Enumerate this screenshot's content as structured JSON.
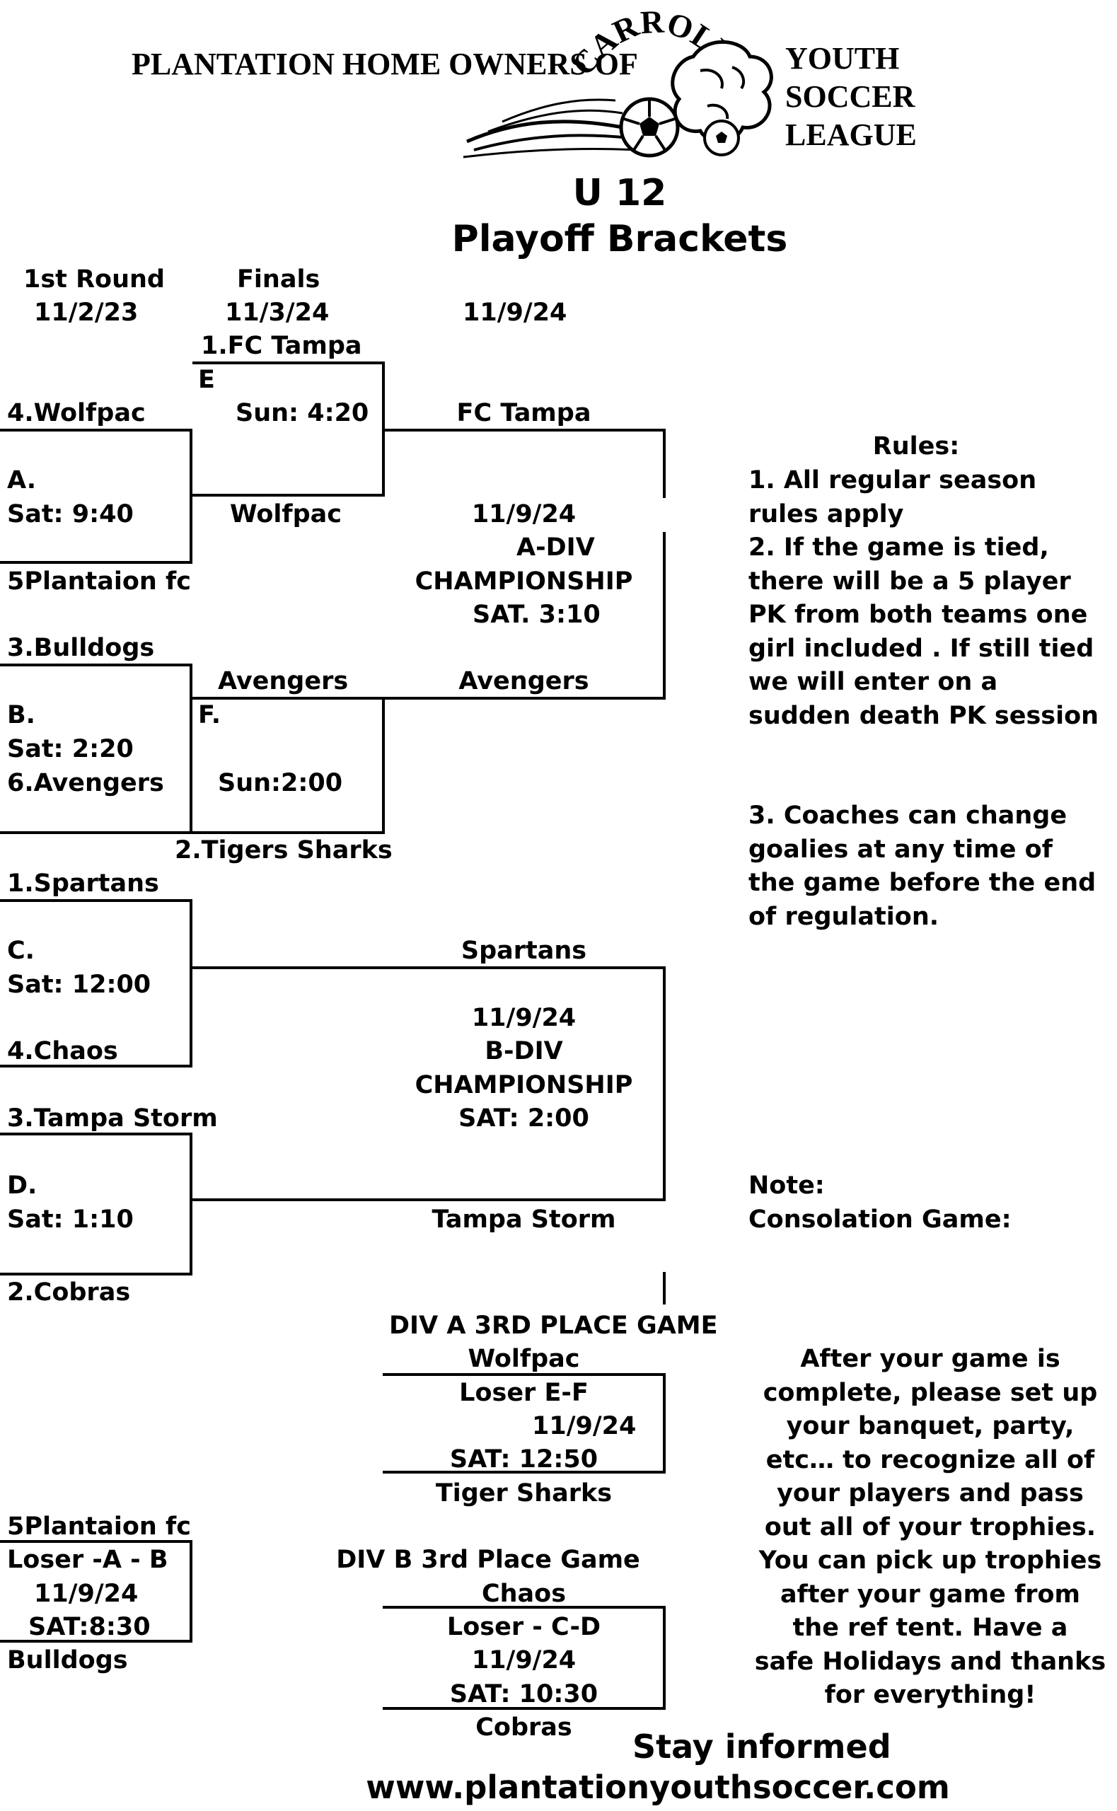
{
  "header": {
    "org_left": "PLANTATION HOME OWNERS OF",
    "org_arc": "CARROLLWOOD",
    "org_right": [
      "YOUTH",
      "SOCCER",
      "LEAGUE"
    ],
    "age_group": "U 12",
    "title": "Playoff Brackets"
  },
  "columns": {
    "round1": {
      "label": "1st Round",
      "date": "11/2/23"
    },
    "finals": {
      "label": "Finals",
      "date": "11/3/24"
    },
    "championship_date": "11/9/24"
  },
  "round1": {
    "A": {
      "top": "4.Wolfpac",
      "label": "A.",
      "time": "Sat: 9:40",
      "bottom": "5Plantaion fc"
    },
    "B": {
      "top": "3.Bulldogs",
      "label": "B.",
      "time": "Sat: 2:20",
      "bottom": "6.Avengers"
    },
    "C": {
      "top": "1.Spartans",
      "label": "C.",
      "time": "Sat: 12:00",
      "bottom": "4.Chaos"
    },
    "D": {
      "top": "3.Tampa Storm",
      "label": "D.",
      "time": "Sat:  1:10",
      "bottom": "2.Cobras"
    }
  },
  "semis": {
    "E": {
      "top": "1.FC Tampa",
      "label": "E",
      "time": "Sun: 4:20",
      "winner_a": "Wolfpac"
    },
    "F": {
      "winner_b": "Avengers",
      "label": "F.",
      "time": "Sun:2:00",
      "bottom": "2.Tigers Sharks"
    }
  },
  "a_div": {
    "top": "FC Tampa",
    "date": "11/9/24",
    "div": "A-DIV",
    "name": "CHAMPIONSHIP",
    "time": "SAT. 3:10",
    "bottom": "Avengers"
  },
  "b_div": {
    "top": "Spartans",
    "date": "11/9/24",
    "div": "B-DIV",
    "name": "CHAMPIONSHIP",
    "time": "SAT: 2:00",
    "bottom": "Tampa Storm"
  },
  "div_a_third": {
    "title": "DIV A 3RD PLACE GAME",
    "top": "Wolfpac",
    "sub": "Loser E-F",
    "date": "11/9/24",
    "time": "SAT: 12:50",
    "bottom": "Tiger Sharks"
  },
  "div_b_third": {
    "title": "DIV B 3rd Place Game",
    "top": "Chaos",
    "sub": "Loser - C-D",
    "date": "11/9/24",
    "time": "SAT: 10:30",
    "bottom": "Cobras"
  },
  "consolation": {
    "top": "5Plantaion fc",
    "sub": "Loser -A - B",
    "date": "11/9/24",
    "time": "SAT:8:30",
    "bottom": "Bulldogs"
  },
  "rules": {
    "title": "Rules:",
    "lines": [
      "1. All regular season",
      "rules apply",
      "2. If the game is tied,",
      "there will be a 5 player",
      "PK from both teams one",
      "girl included . If still tied",
      "we will enter on a",
      "sudden death PK session"
    ],
    "lines2": [
      "3. Coaches can change",
      "goalies at any time of",
      "the game before the end",
      "of regulation."
    ]
  },
  "note": {
    "title": "Note:",
    "sub": "Consolation Game:",
    "lines": [
      "After your game is",
      "complete, please set up",
      "your banquet, party,",
      "etc… to recognize all of",
      "your players and pass",
      "out all of your trophies.",
      "You can pick up trophies",
      "after your game from",
      "the ref tent.   Have a",
      "safe Holidays and thanks",
      "for everything!"
    ]
  },
  "footer": {
    "tagline": "Stay informed",
    "url": "www.plantationyouthsoccer.com"
  }
}
